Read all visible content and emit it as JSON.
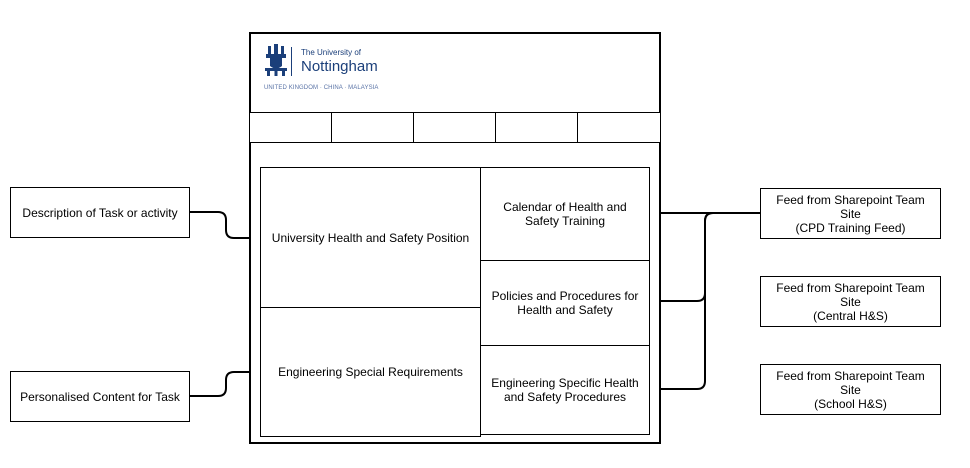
{
  "logo": {
    "small_text": "The University of",
    "big_text": "Nottingham",
    "tagline": "UNITED KINGDOM · CHINA · MALAYSIA",
    "color": "#1b3f7a",
    "icon": "crest-icon"
  },
  "left_labels": {
    "task_description": "Description of Task or activity",
    "personalised_content": "Personalised Content for Task"
  },
  "page_sections": {
    "position": "University Health and Safety Position",
    "special_requirements": "Engineering Special Requirements",
    "calendar": "Calendar of Health and Safety Training",
    "policies": "Policies and Procedures for Health and Safety",
    "engineering_procedures": "Engineering Specific Health and Safety Procedures"
  },
  "feeds": {
    "cpd": {
      "line1": "Feed from Sharepoint Team Site",
      "line2": "(CPD Training Feed)"
    },
    "central": {
      "line1": "Feed from Sharepoint Team Site",
      "line2": "(Central H&S)"
    },
    "school": {
      "line1": "Feed from Sharepoint Team Site",
      "line2": "(School H&S)"
    }
  },
  "nav_tabs": [
    "",
    "",
    "",
    "",
    ""
  ]
}
